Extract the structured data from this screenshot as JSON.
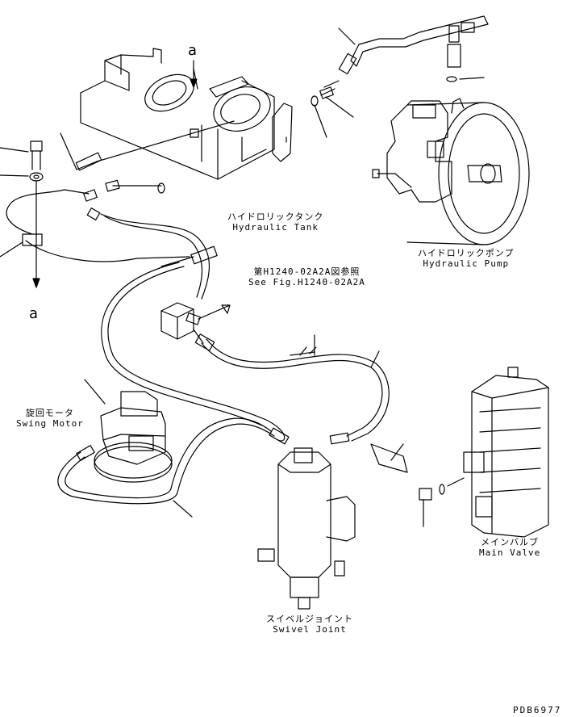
{
  "labels": {
    "hydraulic_tank": {
      "ja": "ハイドロリックタンク",
      "en": "Hydraulic Tank"
    },
    "hydraulic_pump": {
      "ja": "ハイドロリックポンプ",
      "en": "Hydraulic Pump"
    },
    "see_fig": {
      "ja": "第H1240-02A2A図参照",
      "en": "See Fig.H1240-02A2A"
    },
    "swing_motor": {
      "ja": "旋回モータ",
      "en": "Swing Motor"
    },
    "main_valve": {
      "ja": "メインバルブ",
      "en": "Main Valve"
    },
    "swivel_joint": {
      "ja": "スイベルジョイント",
      "en": "Swivel Joint"
    }
  },
  "markers": {
    "top": "a",
    "bottom": "a"
  },
  "drawing_code": "PDB6977",
  "colors": {
    "line": "#000000",
    "background": "#ffffff"
  }
}
